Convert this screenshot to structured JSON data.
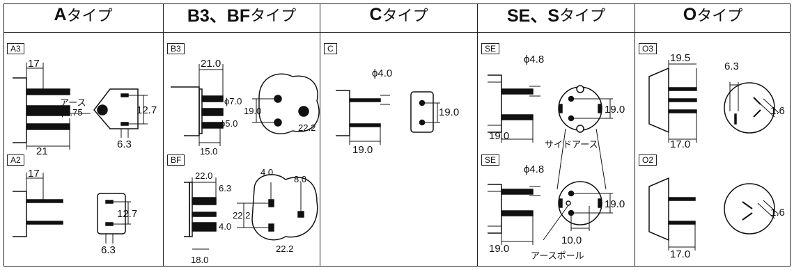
{
  "headers": {
    "a": {
      "code": "A",
      "suffix": "タイプ"
    },
    "b": {
      "code": "B3、BF",
      "suffix": "タイプ"
    },
    "c": {
      "code": "C",
      "suffix": "タイプ"
    },
    "se": {
      "code": "SE、S",
      "suffix": "タイプ"
    },
    "o": {
      "code": "O",
      "suffix": "タイプ"
    }
  },
  "tags": {
    "a3": "A3",
    "a2": "A2",
    "b3": "B3",
    "bf": "BF",
    "c": "C",
    "se1": "SE",
    "se2": "SE",
    "o3": "O3",
    "o2": "O2"
  },
  "dims": {
    "a3": {
      "depth": "17",
      "length": "21",
      "earth_label": "アース",
      "earth_dia": "ϕ4.75",
      "span": "12.7",
      "width": "6.3"
    },
    "a2": {
      "depth": "17",
      "span": "12.7",
      "width": "6.3"
    },
    "b3": {
      "depth": "21.0",
      "pin_dia": "ϕ7.0",
      "pin_dia2": "ϕ5.0",
      "span": "19.0",
      "length": "15.0",
      "center": "22.2"
    },
    "bf": {
      "depth": "22.0",
      "w1": "6.3",
      "w2": "4.0",
      "length": "18.0",
      "top_a": "4.0",
      "top_b": "8.0",
      "span": "22.2",
      "center": "22.2"
    },
    "c": {
      "pin_dia": "ϕ4.0",
      "span": "19.0",
      "length": "19.0"
    },
    "se1": {
      "pin_dia": "ϕ4.8",
      "span": "19.0",
      "length": "19.0",
      "side_earth": "サイドアース"
    },
    "se2": {
      "pin_dia": "ϕ4.8",
      "span": "19.0",
      "length": "19.0",
      "earth_w": "10.0",
      "earth_pole": "アースポール"
    },
    "o3": {
      "depth": "19.5",
      "width": "6.3",
      "angle": "1.6",
      "length": "17.0"
    },
    "o2": {
      "angle": "1.6",
      "length": "17.0"
    }
  }
}
